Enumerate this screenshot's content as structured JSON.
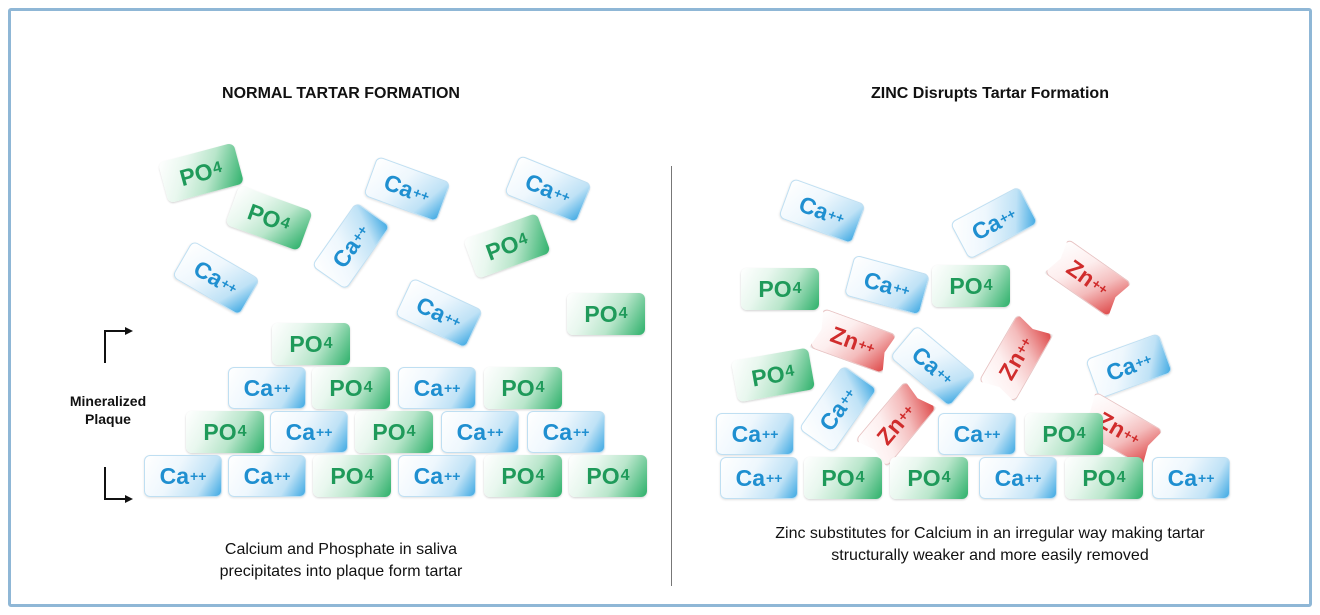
{
  "left": {
    "title": "NORMAL TARTAR FORMATION",
    "caption_lines": [
      "Calcium and Phosphate in saliva",
      "precipitates into plaque form tartar"
    ],
    "bracket_label_lines": [
      "Mineralized",
      "Plaque"
    ]
  },
  "right": {
    "title": "ZINC Disrupts Tartar Formation",
    "caption_lines": [
      "Zinc substitutes for Calcium in an irregular way making tartar",
      "structurally weaker and more easily removed"
    ]
  },
  "ion_labels": {
    "po4": "PO4",
    "ca": "Ca++",
    "zn": "Zn++"
  },
  "colors": {
    "phosphate": "#1f9a5a",
    "calcium": "#1f8fd0",
    "zinc": "#d02c2c",
    "frame_border": "#8fb7d6"
  }
}
